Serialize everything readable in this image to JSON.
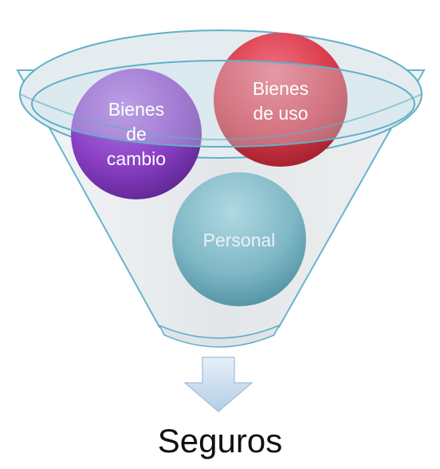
{
  "diagram": {
    "inputs": [
      {
        "label": "Bienes\nde\ncambio",
        "color": "#8a3fc4",
        "text_color": "#ffffff"
      },
      {
        "label": "Bienes\nde uso",
        "color": "#d83848",
        "text_color": "#ffffff"
      },
      {
        "label": "Personal",
        "color": "#7fb8c6",
        "text_color": "#e8f3f6"
      }
    ],
    "funnel_color": "#5fb0c8",
    "arrow_color": "#c8dff0",
    "output": {
      "label": "Seguros"
    }
  }
}
